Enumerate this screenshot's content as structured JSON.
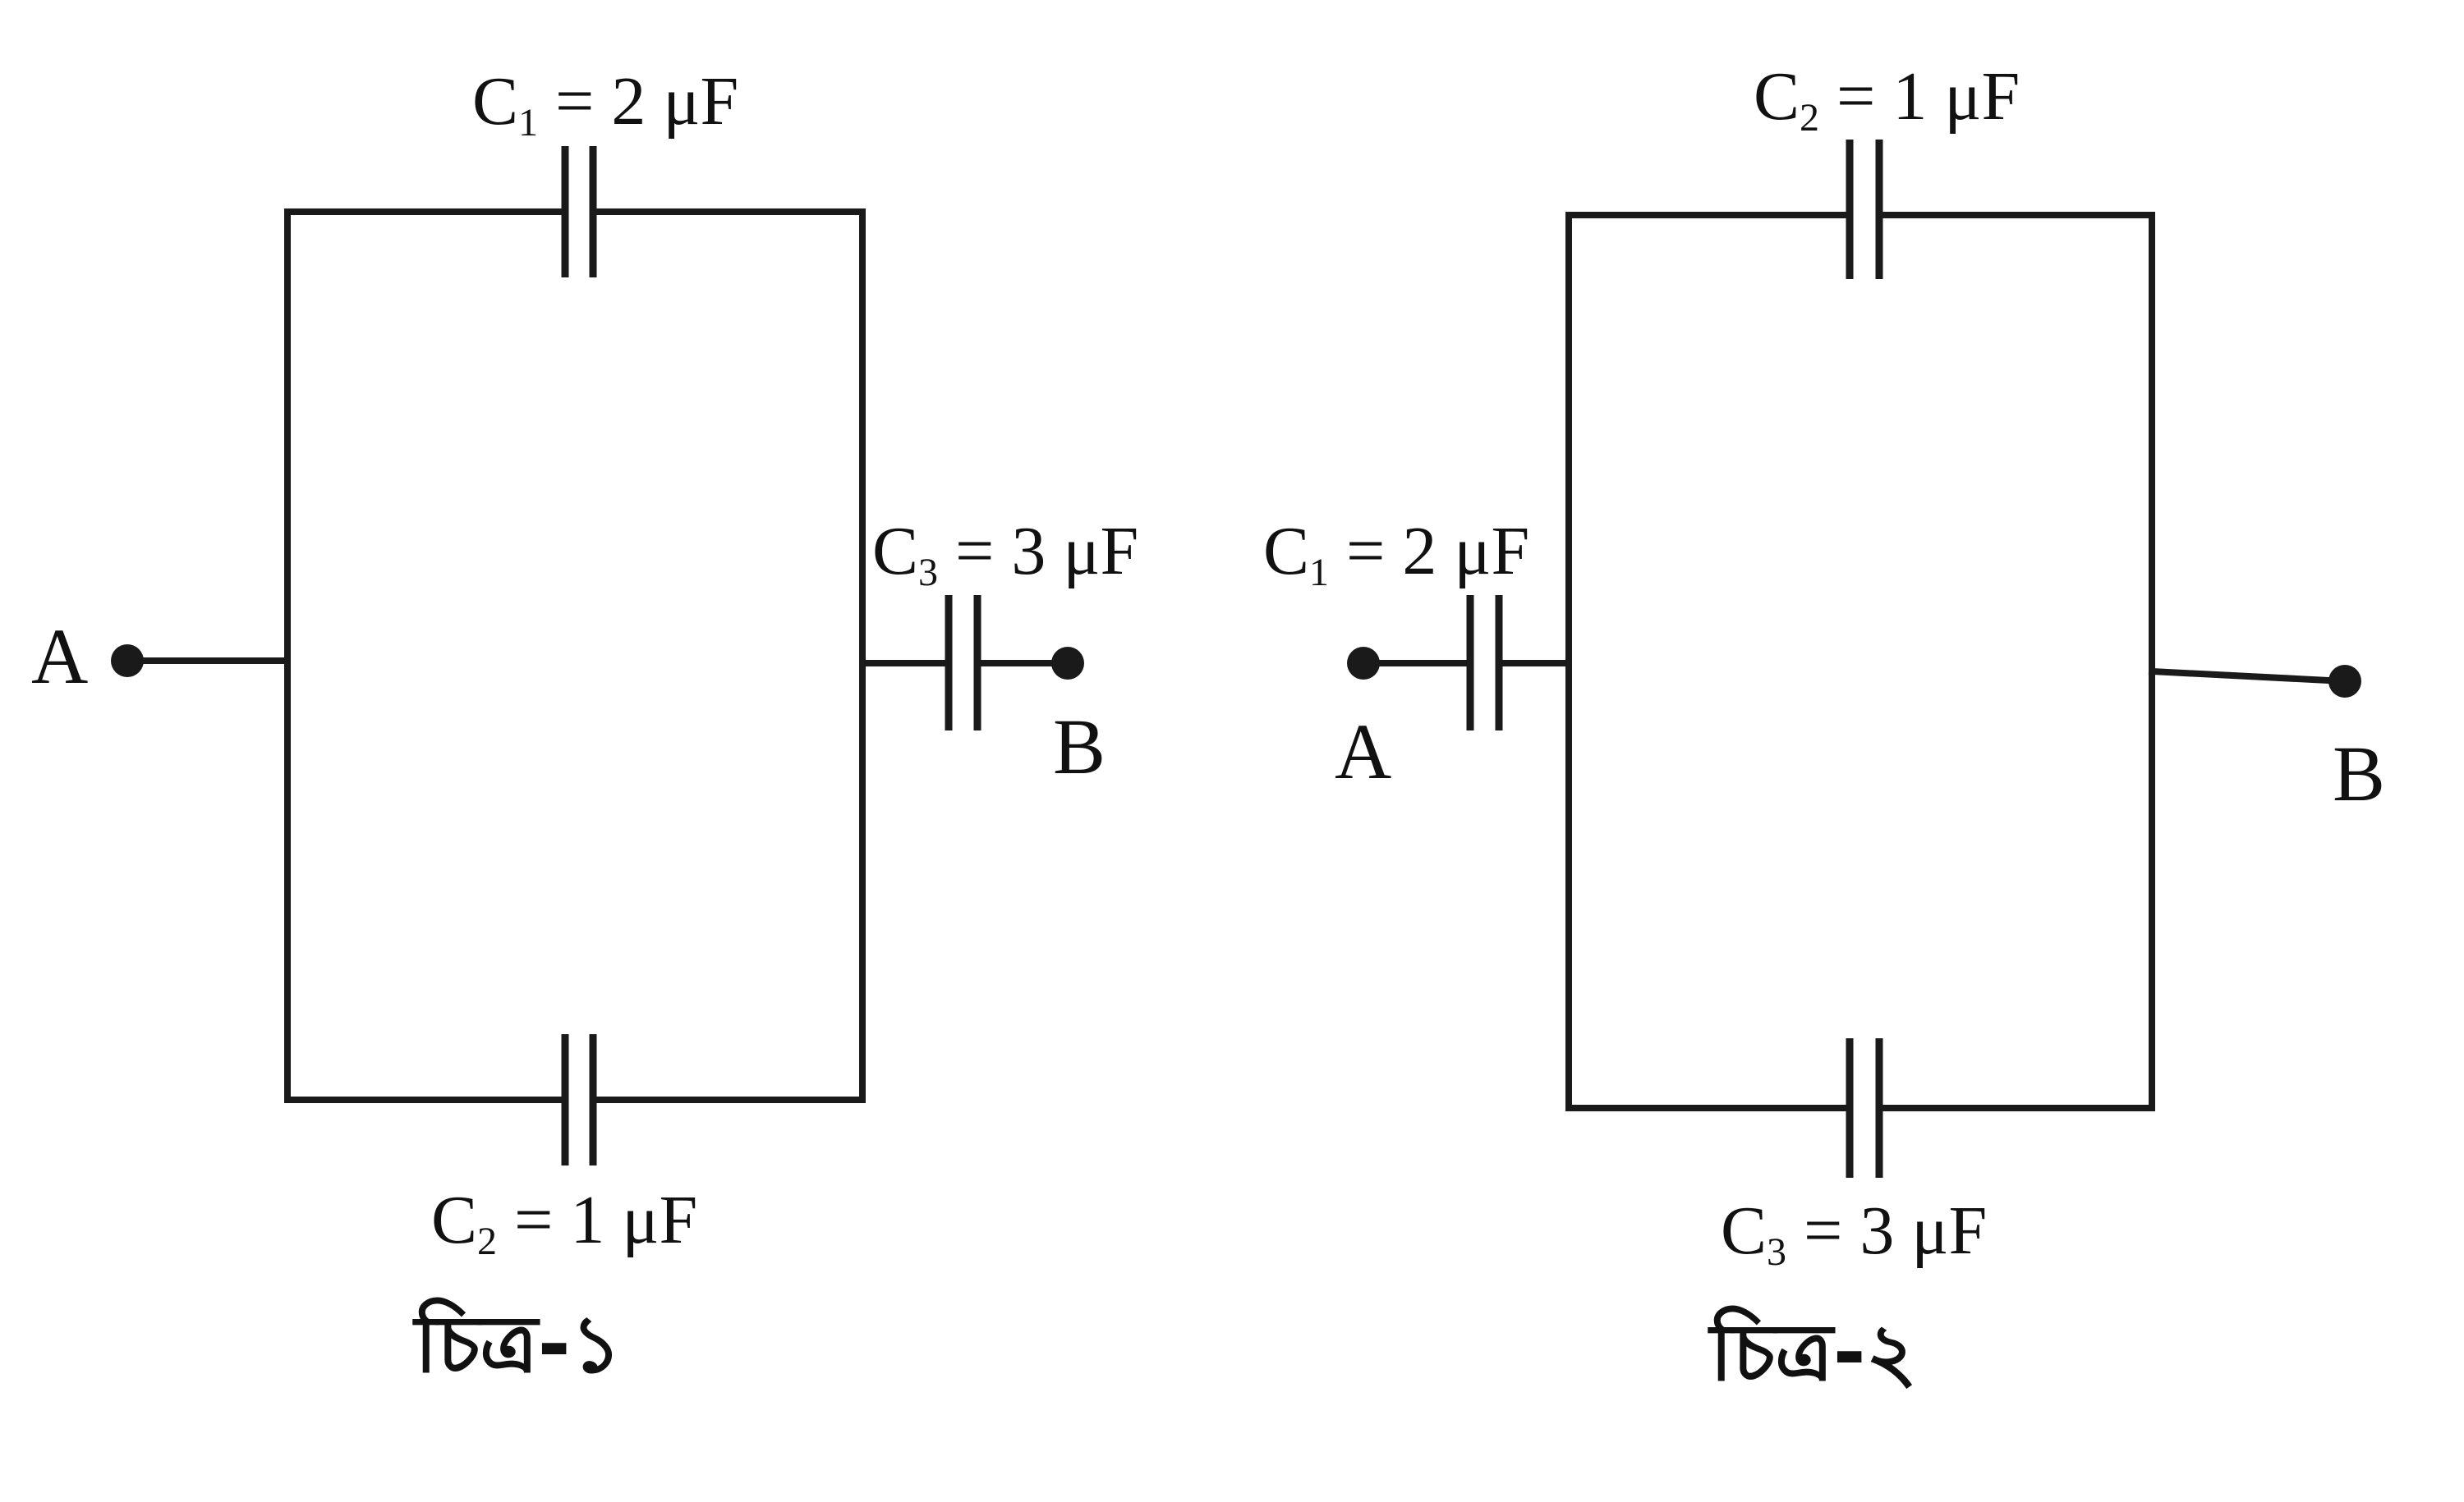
{
  "figure1": {
    "caption": "চিত্র-১",
    "capacitors": {
      "top": {
        "symbol": "C",
        "index": "1",
        "value": "= 2 μF"
      },
      "bottom": {
        "symbol": "C",
        "index": "2",
        "value": "= 1 μF"
      },
      "series": {
        "symbol": "C",
        "index": "3",
        "value": "= 3 μF"
      }
    },
    "terminals": {
      "left": "A",
      "right": "B"
    }
  },
  "figure2": {
    "caption": "চিত্র-২",
    "capacitors": {
      "series": {
        "symbol": "C",
        "index": "1",
        "value": "= 2 μF"
      },
      "top": {
        "symbol": "C",
        "index": "2",
        "value": "= 1 μF"
      },
      "bottom": {
        "symbol": "C",
        "index": "3",
        "value": "= 3 μF"
      }
    },
    "terminals": {
      "left": "A",
      "right": "B"
    }
  },
  "colors": {
    "ink": "#1a1a1a",
    "background": "#ffffff"
  }
}
